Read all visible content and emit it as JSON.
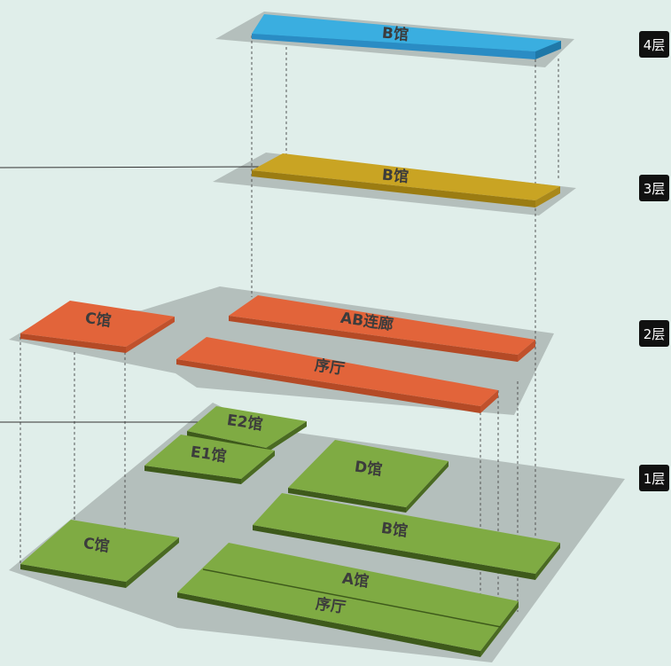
{
  "floors": [
    {
      "id": "f4",
      "label": "4层"
    },
    {
      "id": "f3",
      "label": "3层"
    },
    {
      "id": "f2",
      "label": "2层"
    },
    {
      "id": "f1",
      "label": "1层"
    }
  ],
  "halls": {
    "f4_b": "B馆",
    "f3_b": "B馆",
    "f2_c": "C馆",
    "f2_ab": "AB连廊",
    "f2_lobby": "序厅",
    "f1_e2": "E2馆",
    "f1_e1": "E1馆",
    "f1_d": "D馆",
    "f1_b": "B馆",
    "f1_c": "C馆",
    "f1_a": "A馆",
    "f1_lobby": "序厅"
  },
  "colors": {
    "background": "#e0eeea",
    "base_plate": "#b4bfbc",
    "floor4": "#3aaee0",
    "floor3": "#c9a423",
    "floor2": "#e2643a",
    "floor1": "#7fab43",
    "floor_badge": "#111111"
  }
}
